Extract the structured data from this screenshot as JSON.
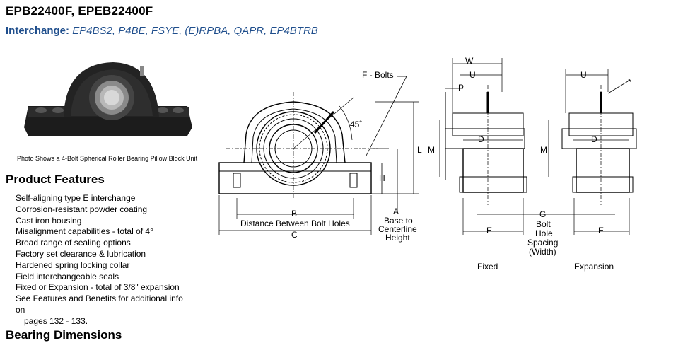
{
  "header": {
    "title": "EPB22400F, EPEB22400F",
    "interchange_label": "Interchange:",
    "interchange_value": "EP4BS2, P4BE, FSYE, (E)RPBA, QAPR, EP4BTRB"
  },
  "photo": {
    "caption": "Photo Shows a 4-Bolt Spherical Roller Bearing Pillow Block Unit"
  },
  "features": {
    "heading": "Product Features",
    "items": [
      "Self-aligning type E interchange",
      "Corrosion-resistant powder coating",
      "Cast iron housing",
      "Misalignment capabilities - total of 4°",
      "Broad range of sealing options",
      "Factory set clearance & lubrication",
      "Hardened spring locking collar",
      "Field interchangeable seals",
      "Fixed or Expansion - total of 3/8\" expansion",
      "See Features and Benefits for additional info on",
      "pages 132 - 133."
    ]
  },
  "dimensions": {
    "heading": "Bearing Dimensions"
  },
  "drawing": {
    "f_bolts": "F - Bolts",
    "angle": "45˚",
    "H": "H",
    "L": "L",
    "B": "B",
    "B_desc": "Distance Between Bolt Holes",
    "C": "C",
    "A": "A",
    "A_desc1": "Base to",
    "A_desc2": "Centerline",
    "A_desc3": "Height",
    "W": "W",
    "U": "U",
    "P": "P",
    "D": "D",
    "M": "M",
    "E": "E",
    "G": "G",
    "G_desc1": "Bolt",
    "G_desc2": "Hole",
    "G_desc3": "Spacing",
    "G_desc4": "(Width)",
    "fixed": "Fixed",
    "expansion": "Expansion",
    "star": "*"
  }
}
